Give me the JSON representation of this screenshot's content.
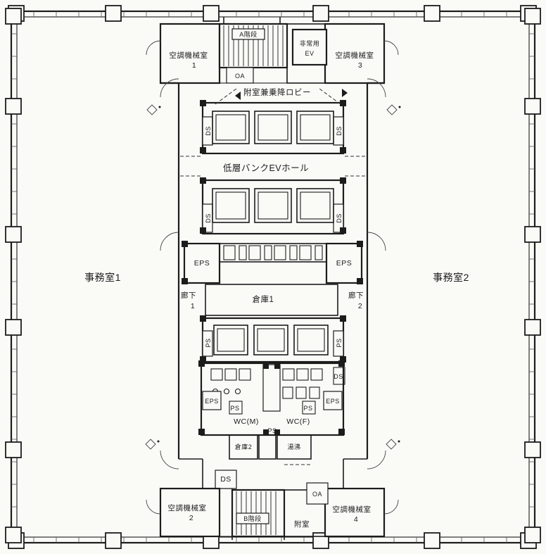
{
  "labels": {
    "office1": "事務室1",
    "office2": "事務室2",
    "hvac_name": "空調機械室",
    "hvac1_num": "1",
    "hvac2_num": "2",
    "hvac3_num": "3",
    "hvac4_num": "4",
    "stairs_a": "A階段",
    "stairs_b": "B階段",
    "emergency_ev_line1": "非常用",
    "emergency_ev_line2": "EV",
    "lobby": "附室兼乗降ロビー",
    "ev_hall": "低層バンクEVホール",
    "corridor_name": "廊下",
    "corridor1_num": "1",
    "corridor2_num": "2",
    "storage1": "倉庫1",
    "storage2": "倉庫2",
    "wc_m": "WC(M)",
    "wc_f": "WC(F)",
    "hot_water": "湯沸",
    "anteroom": "附室",
    "oa": "OA",
    "ds": "DS",
    "eps": "EPS",
    "ps": "PS"
  },
  "style": {
    "paper": "#fafaf7",
    "ink": "#1c1c1c"
  }
}
